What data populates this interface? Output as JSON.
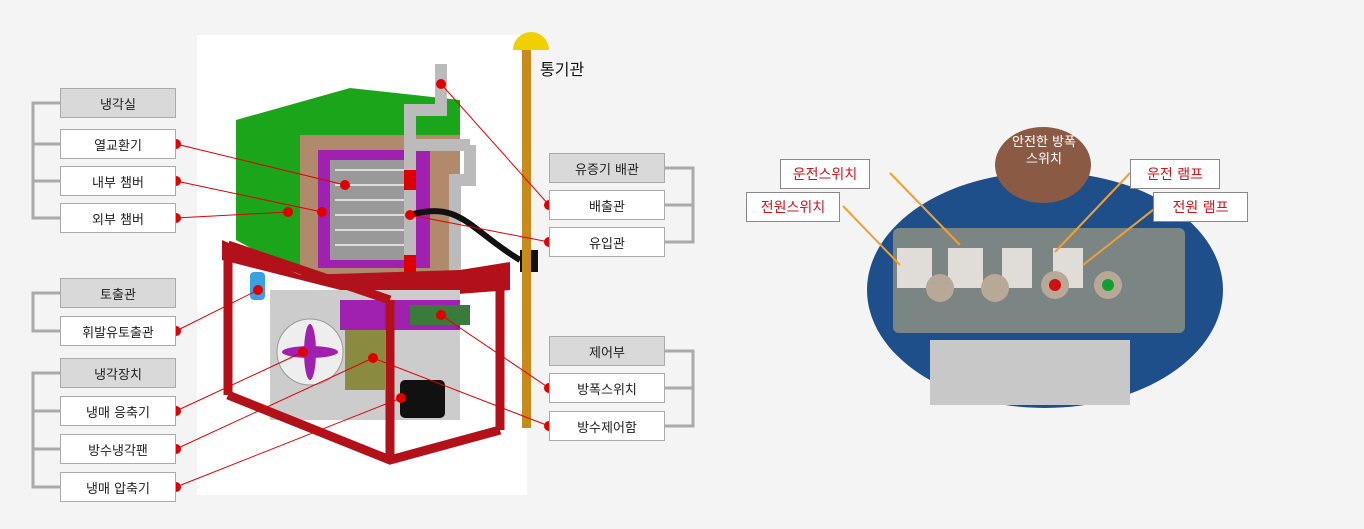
{
  "left_groups": [
    {
      "header": "냉각실",
      "items": [
        "열교환기",
        "내부 챔버",
        "외부 챔버"
      ]
    },
    {
      "header": "토출관",
      "items": [
        "휘발유토출관"
      ]
    },
    {
      "header": "냉각장치",
      "items": [
        "냉매 응축기",
        "방수냉각팬",
        "냉매 압축기"
      ]
    }
  ],
  "right_groups": [
    {
      "header": "유증기 배관",
      "items": [
        "배출관",
        "유입관"
      ]
    },
    {
      "header": "제어부",
      "items": [
        "방폭스위치",
        "방수제어함"
      ]
    }
  ],
  "vent_label": "통기관",
  "photo": {
    "title": "안전한 방폭 스위치",
    "labels": [
      "운전스위치",
      "전원스위치",
      "운전 램프",
      "전원 램프"
    ]
  },
  "colors": {
    "accent": "#e00000",
    "title_bg": "#8b5a45",
    "label_text": "#d0141c"
  }
}
